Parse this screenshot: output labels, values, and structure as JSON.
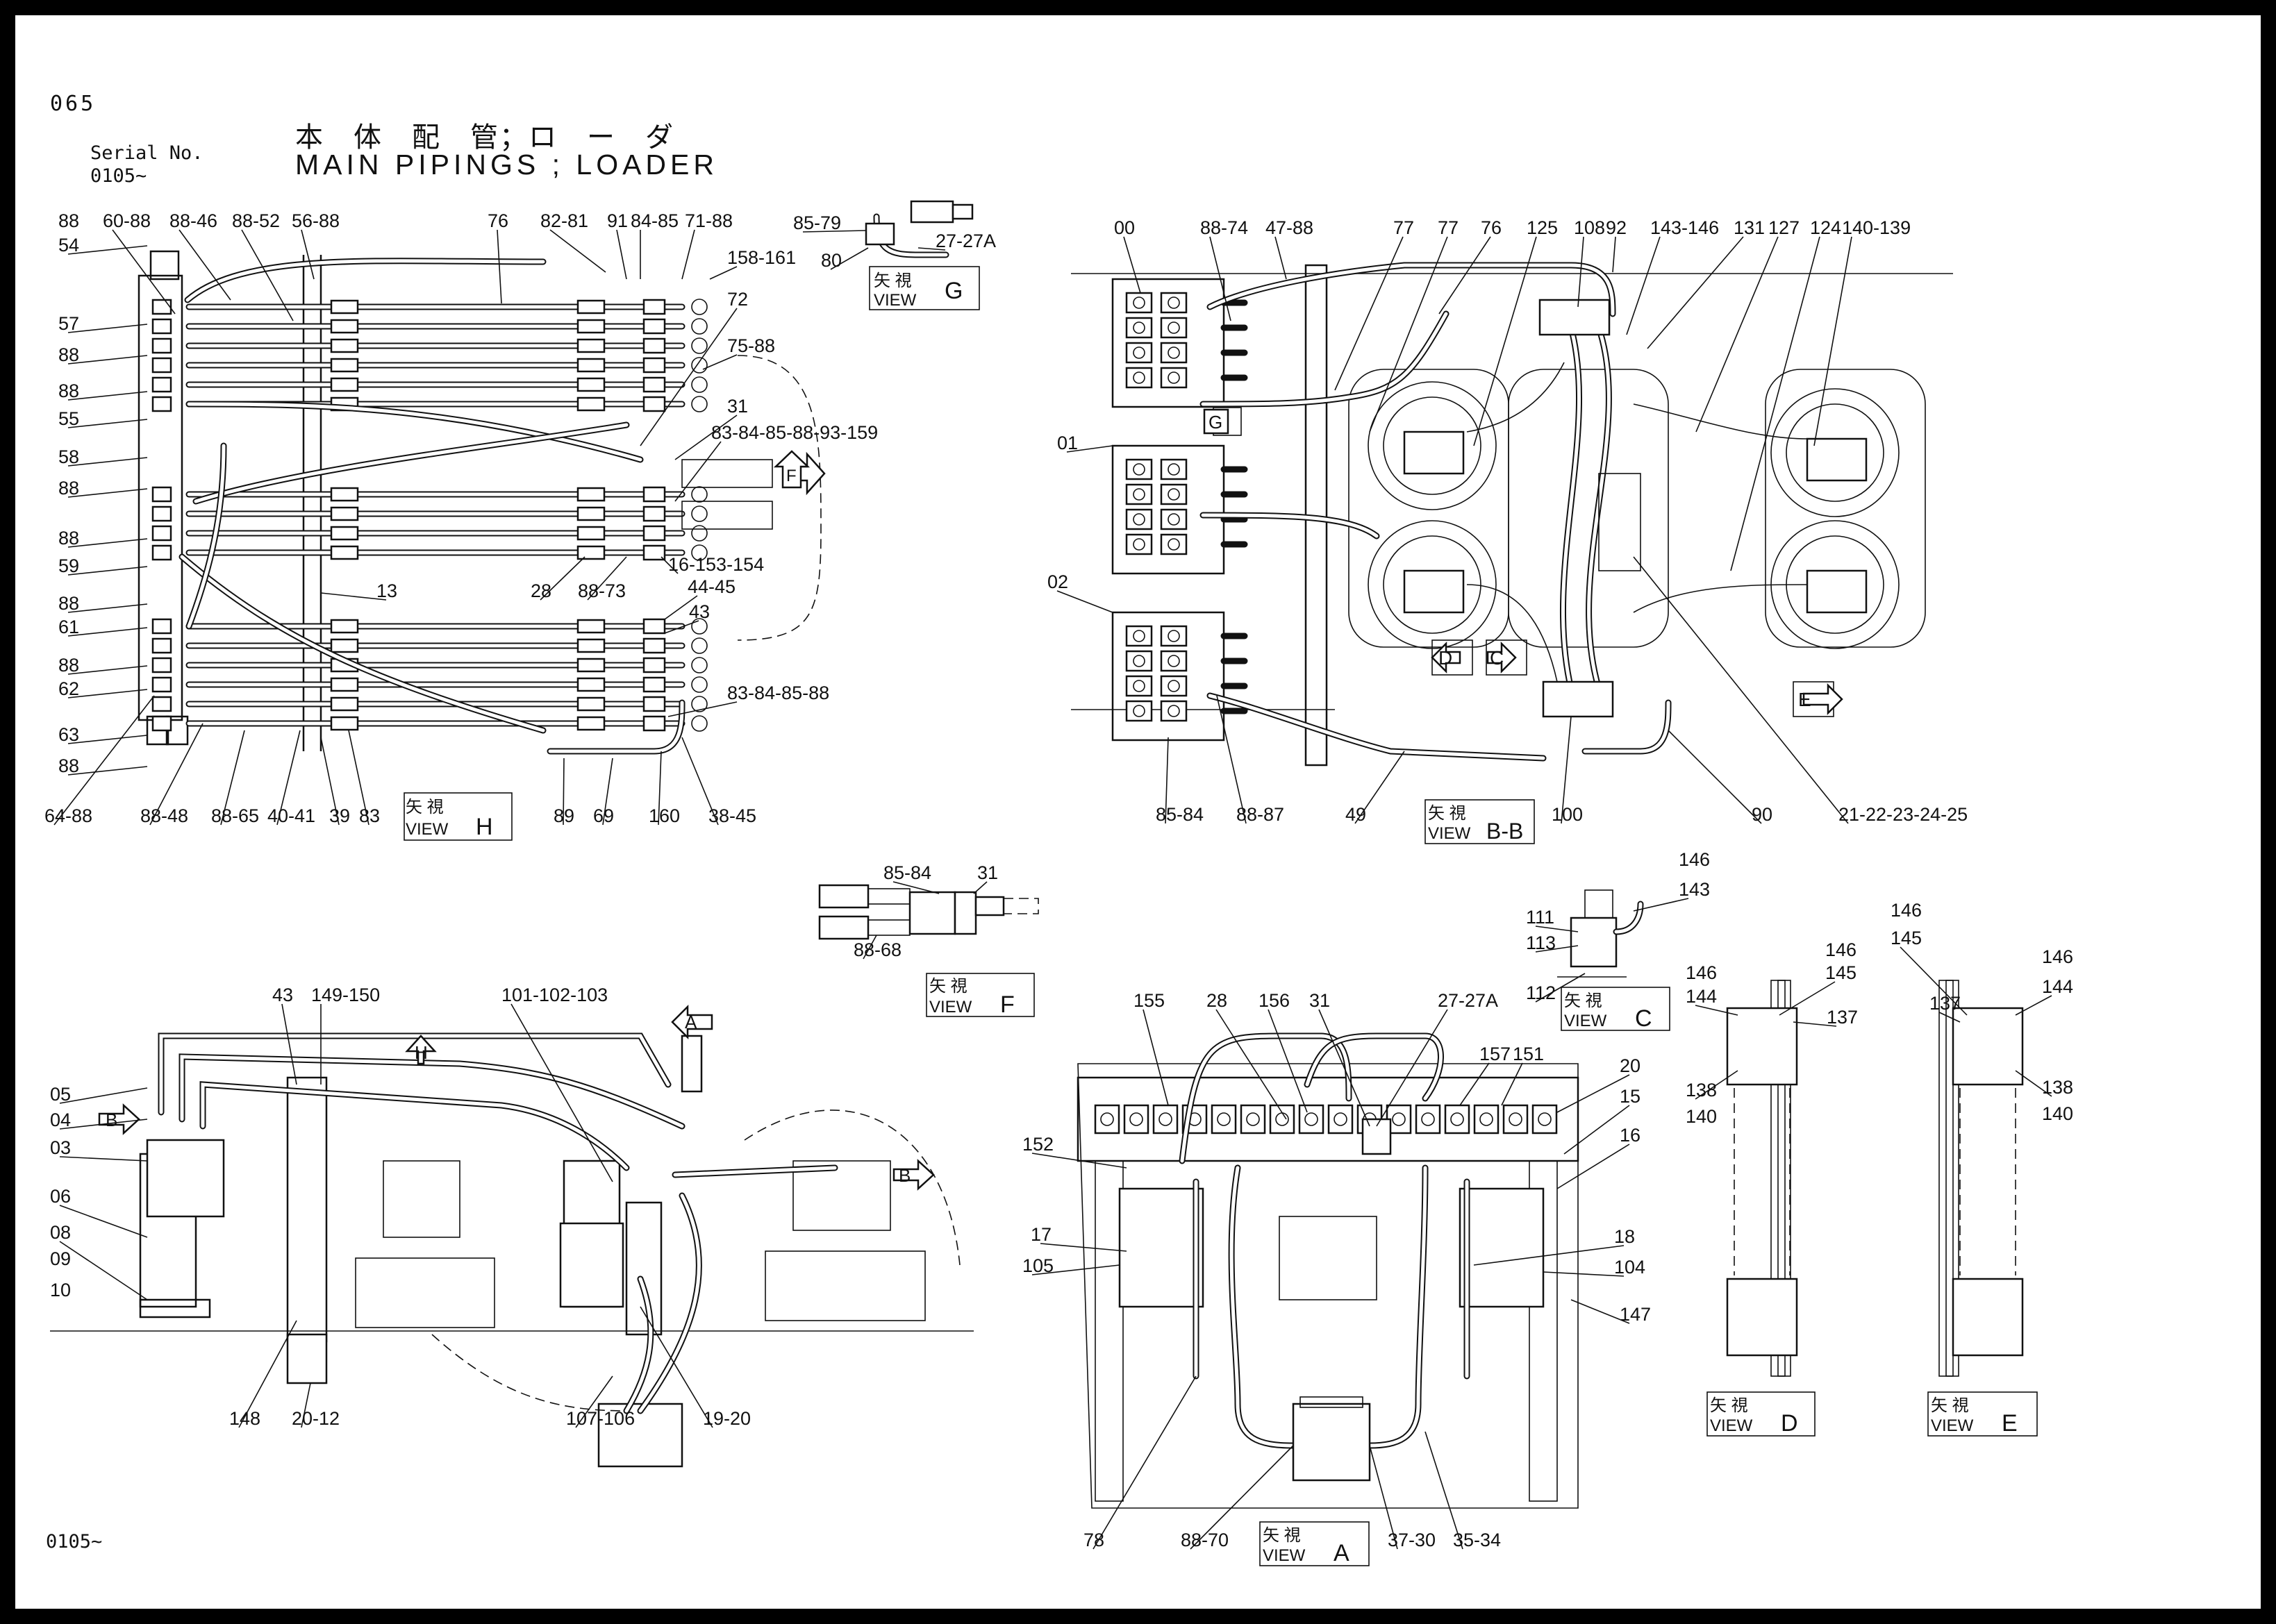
{
  "header": {
    "page_code": "065",
    "title_jp": "本　体　配　管；ロ　ー　ダ",
    "title_en": "MAIN PIPINGS ; LOADER",
    "serial_label": "Serial No.",
    "serial_value": "0105~",
    "footer_serial": "0105~"
  },
  "views": {
    "jp_prefix": "矢 視",
    "view_word": "VIEW",
    "H": "H",
    "G": "G",
    "BB": "B-B",
    "F": "F",
    "C": "C",
    "A": "A",
    "D": "D",
    "E": "E"
  },
  "arrows": {
    "F": "F",
    "G": "G",
    "D": "D",
    "C": "C",
    "E": "E",
    "A": "A",
    "H": "H",
    "B": "B"
  },
  "labels": {
    "h_top": [
      "88",
      "60-88",
      "88-46",
      "88-52",
      "56-88",
      "76",
      "82-81",
      "91",
      "84-85",
      "71-88",
      "158-161",
      "72",
      "75-88",
      "31",
      "83-84-85-88-93-159"
    ],
    "h_left": [
      "54",
      "57",
      "88",
      "88",
      "55",
      "58",
      "88",
      "88",
      "59",
      "88",
      "61",
      "88",
      "62",
      "63",
      "88"
    ],
    "h_mid": [
      "13",
      "28",
      "88-73",
      "16-153-154",
      "44-45",
      "43",
      "83-84-85-88"
    ],
    "h_bottom": [
      "64-88",
      "88-48",
      "88-65",
      "40-41",
      "39",
      "83",
      "89",
      "69",
      "160",
      "38-45"
    ],
    "g": [
      "85-79",
      "27-27A",
      "80"
    ],
    "bb_top": [
      "00",
      "88-74",
      "47-88",
      "77",
      "77",
      "76",
      "125",
      "108",
      "92",
      "143-146",
      "131",
      "127",
      "124",
      "140-139"
    ],
    "bb_left": [
      "01",
      "02"
    ],
    "bb_bottom": [
      "85-84",
      "88-87",
      "49",
      "100",
      "90",
      "21-22-23-24-25"
    ],
    "f": [
      "85-84",
      "31",
      "88-68"
    ],
    "c": [
      "146",
      "143",
      "111",
      "113",
      "112"
    ],
    "side": [
      "05",
      "04",
      "03",
      "06",
      "08",
      "09",
      "10",
      "43",
      "149-150",
      "101-102-103",
      "148",
      "20-12",
      "107-106",
      "19-20"
    ],
    "a": [
      "155",
      "28",
      "156",
      "31",
      "27-27A",
      "157",
      "151",
      "20",
      "15",
      "16",
      "152",
      "17",
      "105",
      "18",
      "104",
      "147",
      "78",
      "88-70",
      "37-30",
      "35-34"
    ],
    "d": [
      "146",
      "145",
      "146",
      "144",
      "138",
      "140",
      "137"
    ],
    "e": [
      "146",
      "145",
      "146",
      "144",
      "137",
      "138",
      "140"
    ]
  }
}
